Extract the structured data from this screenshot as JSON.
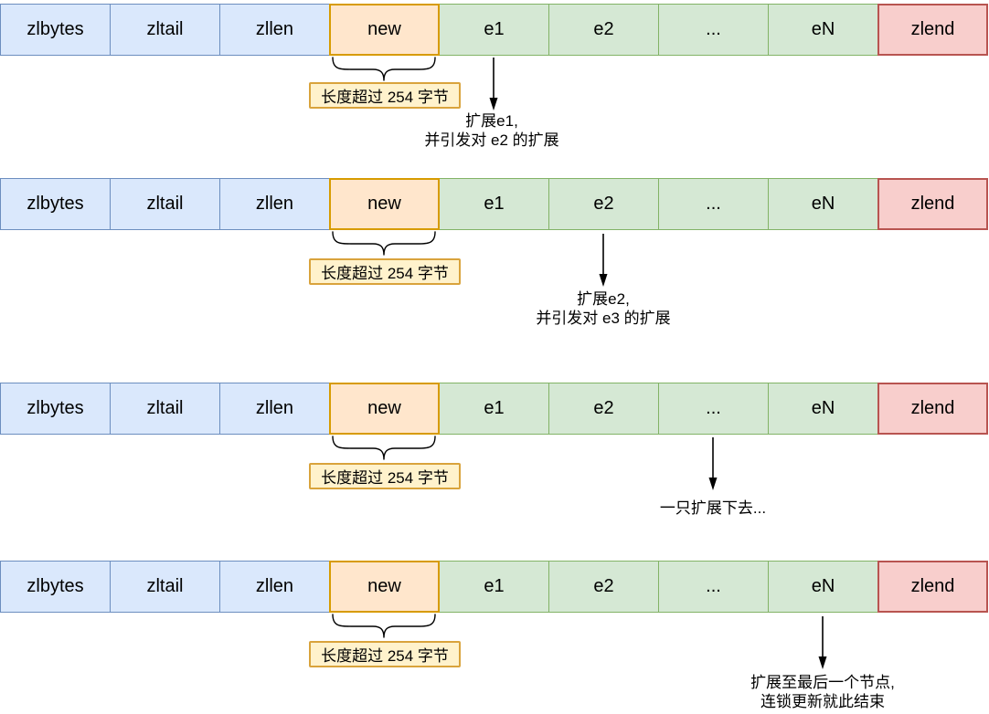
{
  "palette": {
    "blue-fill": "#DAE8FC",
    "blue-stroke": "#6C8EBF",
    "orange-fill": "#FFE6CC",
    "orange-stroke": "#D79B00",
    "green-fill": "#D5E8D4",
    "green-stroke": "#82B366",
    "red-fill": "#F8CECC",
    "red-stroke": "#B85450",
    "note-fill": "#FFF2CC",
    "note-stroke": "#D9A33C",
    "ink": "#000000"
  },
  "ziplist_cells": [
    {
      "label": "zlbytes",
      "type": "header"
    },
    {
      "label": "zltail",
      "type": "header"
    },
    {
      "label": "zllen",
      "type": "header"
    },
    {
      "label": "new",
      "type": "new-entry"
    },
    {
      "label": "e1",
      "type": "entry"
    },
    {
      "label": "e2",
      "type": "entry"
    },
    {
      "label": "...",
      "type": "entry"
    },
    {
      "label": "eN",
      "type": "entry"
    },
    {
      "label": "zlend",
      "type": "end"
    }
  ],
  "brace_label": "长度超过 254 字节",
  "rows": [
    {
      "step": 1,
      "target_cell": "e1",
      "note_lines": [
        "扩展e1,",
        "并引发对 e2 的扩展"
      ]
    },
    {
      "step": 2,
      "target_cell": "e2",
      "note_lines": [
        "扩展e2,",
        "并引发对 e3 的扩展"
      ]
    },
    {
      "step": 3,
      "target_cell": "...",
      "note_lines": [
        "一只扩展下去..."
      ]
    },
    {
      "step": 4,
      "target_cell": "eN",
      "note_lines": [
        "扩展至最后一个节点,",
        "连锁更新就此结束"
      ]
    }
  ]
}
